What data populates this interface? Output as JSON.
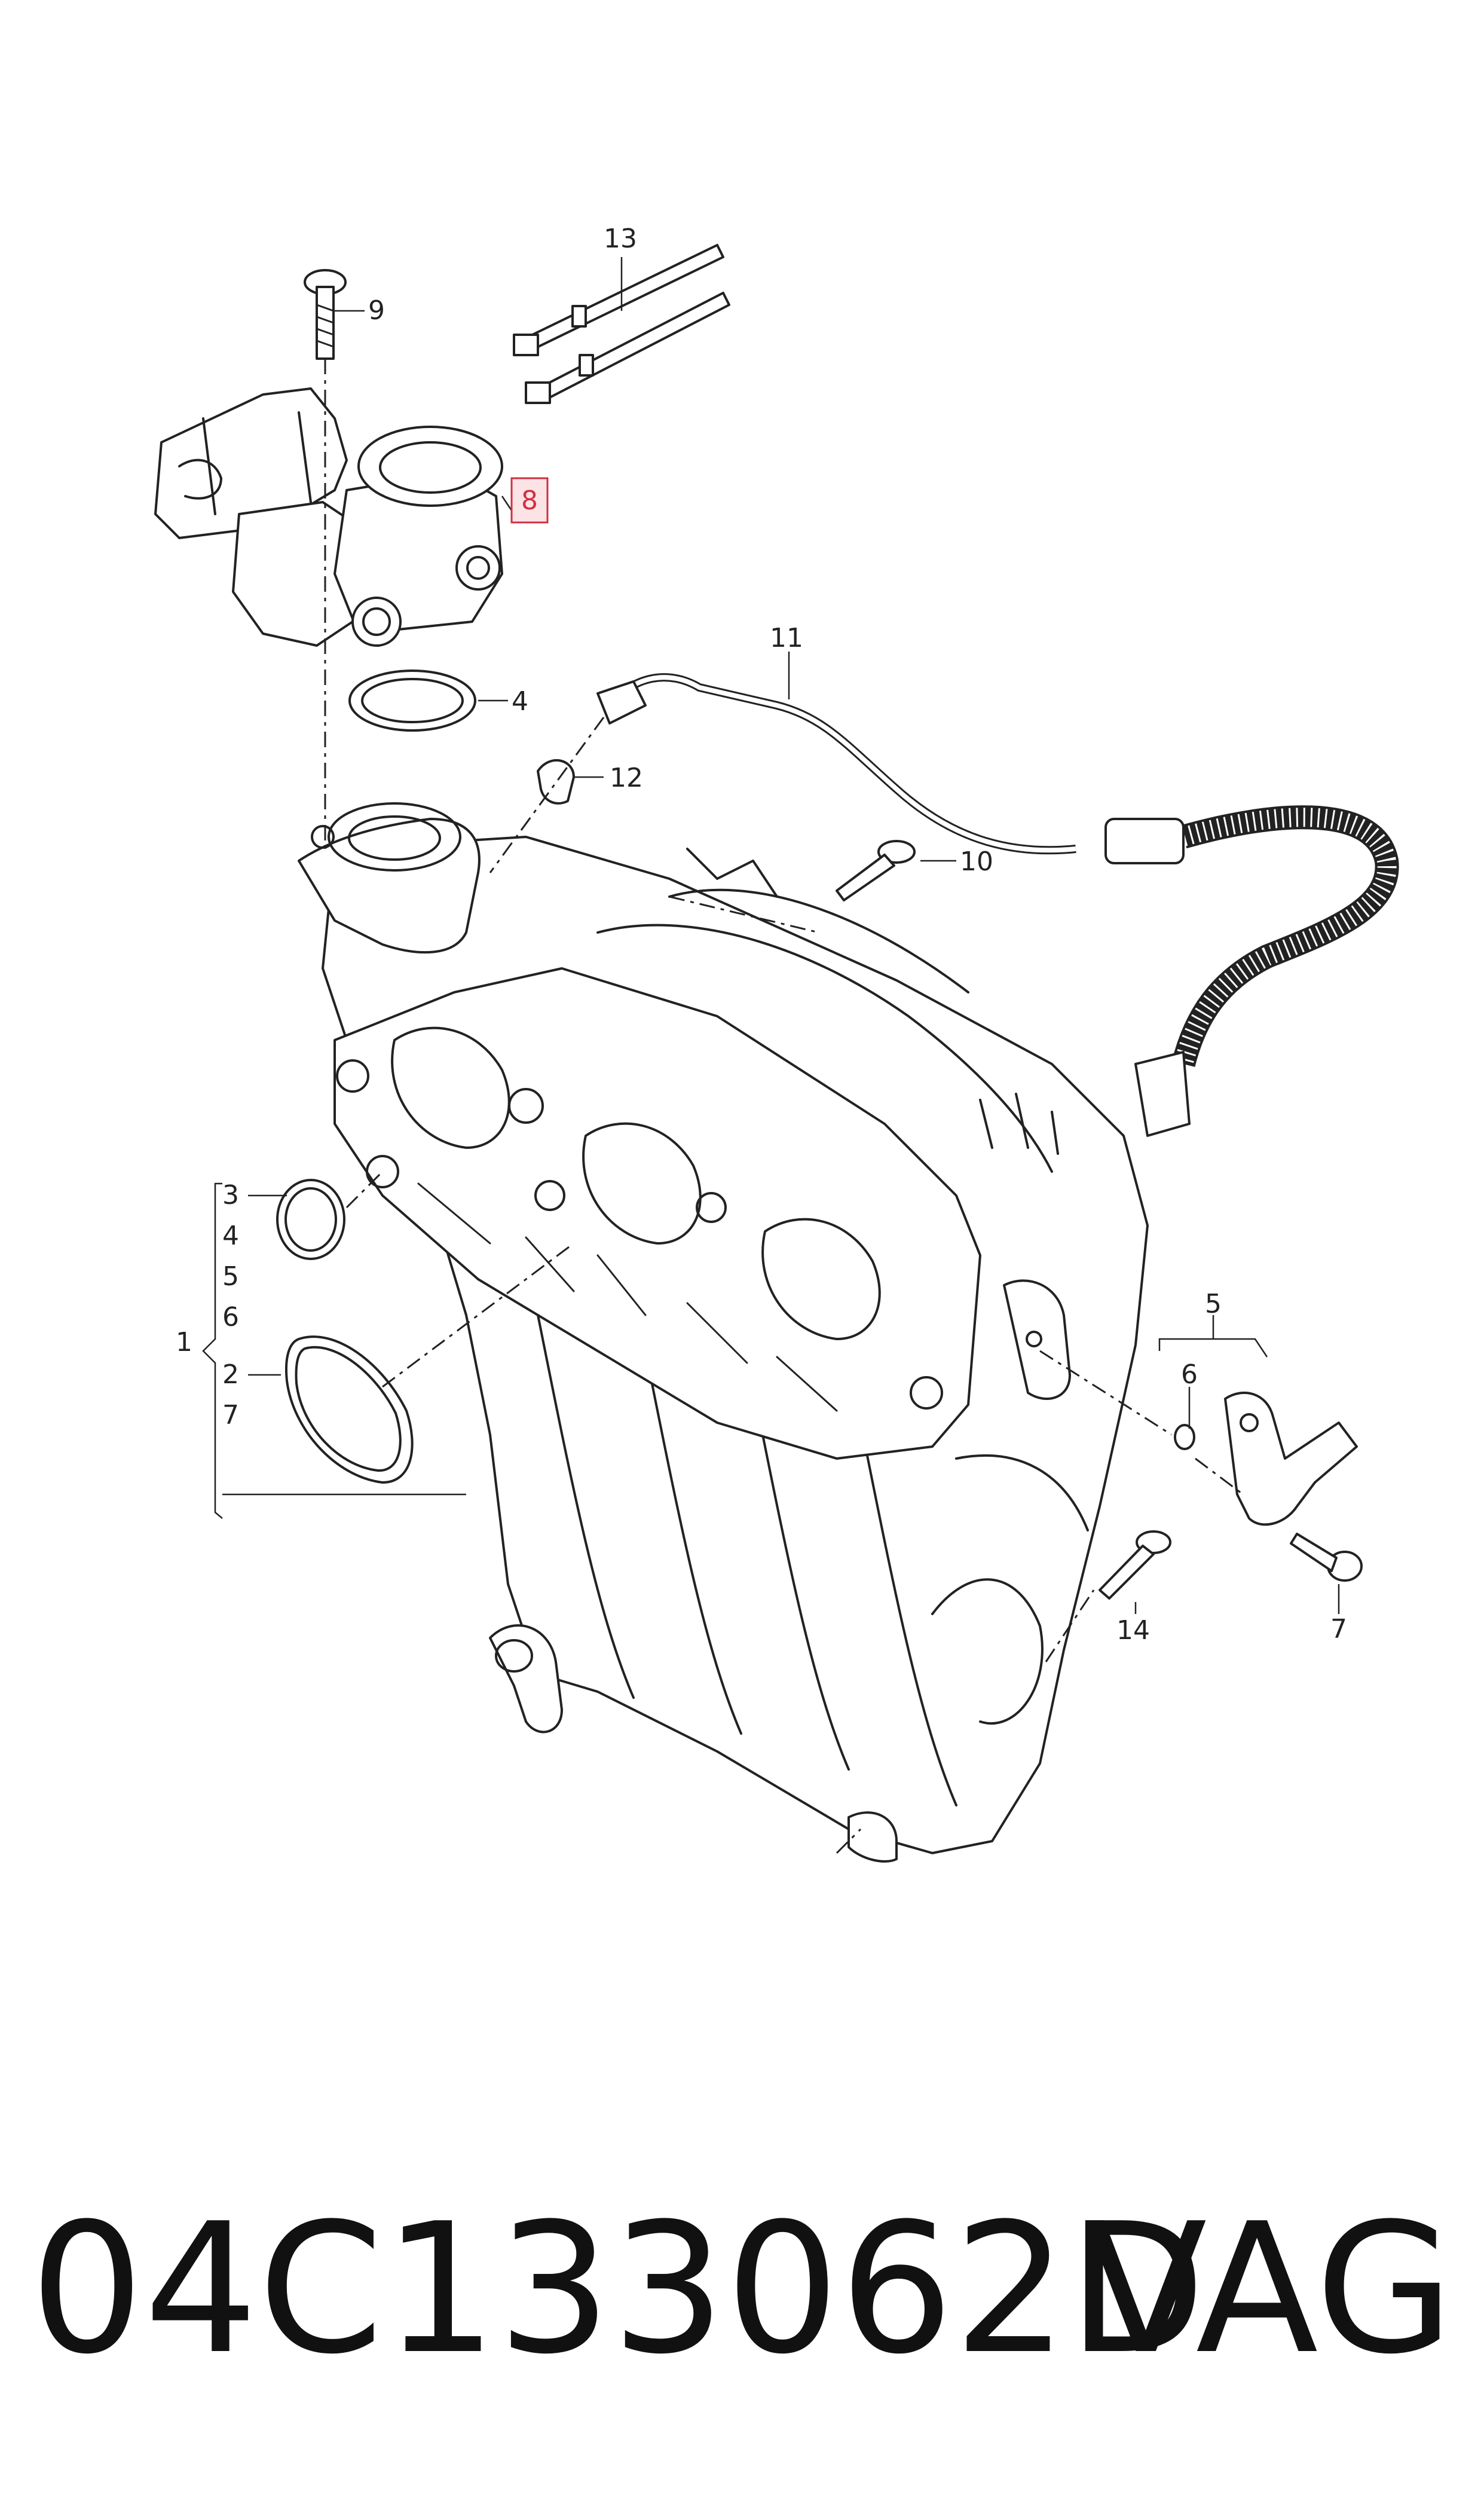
{
  "diagram": {
    "callouts": {
      "c1": "1",
      "c2": "2",
      "c3": "3",
      "c4a": "4",
      "c4b": "4",
      "c5a": "5",
      "c5b": "5",
      "c6a": "6",
      "c6b": "6",
      "c7a": "7",
      "c7b": "7",
      "c8": "8",
      "c9": "9",
      "c10": "10",
      "c11": "11",
      "c12": "12",
      "c13": "13",
      "c14": "14"
    },
    "highlight_color": "#d03040"
  },
  "caption": {
    "part_number": "04C133062D",
    "brand": "VAG"
  }
}
